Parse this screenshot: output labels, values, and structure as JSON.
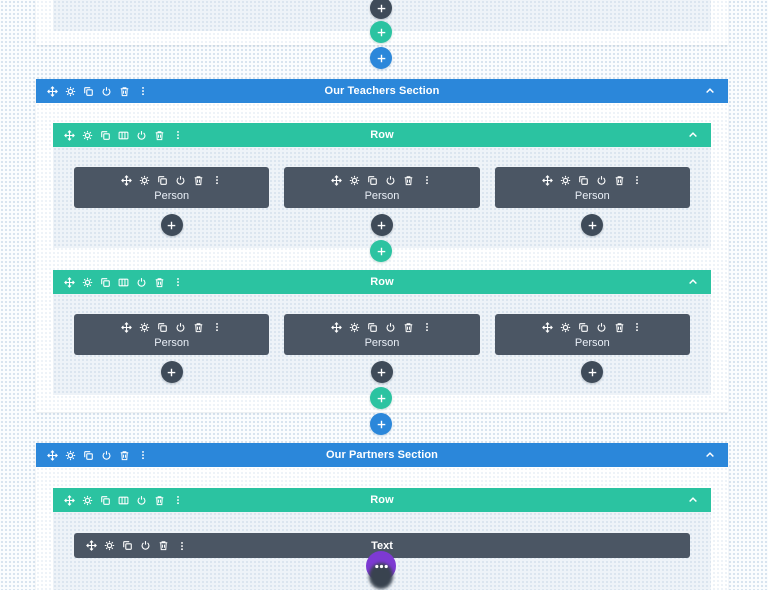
{
  "colors": {
    "section_header_blue": "#2b87da",
    "row_header_green": "#2bc3a1",
    "module_dark": "#4b5664",
    "add_module_button": "#3f4b59",
    "add_row_button": "#2bc3a1",
    "add_section_button": "#2b87da",
    "page_settings_purple": "#7d3ad2",
    "row_background": "#eef3f8",
    "section_background": "#ffffff",
    "canvas_background": "#fbfdfe"
  },
  "icons": {
    "move": "cross-arrows",
    "settings": "gear",
    "duplicate": "copy-squares",
    "columns": "column-structure",
    "disable": "power",
    "delete": "trash",
    "options": "vertical-dots",
    "collapse": "chevron-up",
    "add": "plus",
    "page_settings": "ellipsis-dots"
  },
  "sections": [
    {
      "title": "Our Teachers Section",
      "rows": [
        {
          "title": "Row",
          "modules": [
            {
              "label": "Person"
            },
            {
              "label": "Person"
            },
            {
              "label": "Person"
            }
          ]
        },
        {
          "title": "Row",
          "modules": [
            {
              "label": "Person"
            },
            {
              "label": "Person"
            },
            {
              "label": "Person"
            }
          ]
        }
      ]
    },
    {
      "title": "Our Partners Section",
      "rows": [
        {
          "title": "Row",
          "modules": [
            {
              "label": "Text"
            }
          ]
        }
      ]
    }
  ]
}
